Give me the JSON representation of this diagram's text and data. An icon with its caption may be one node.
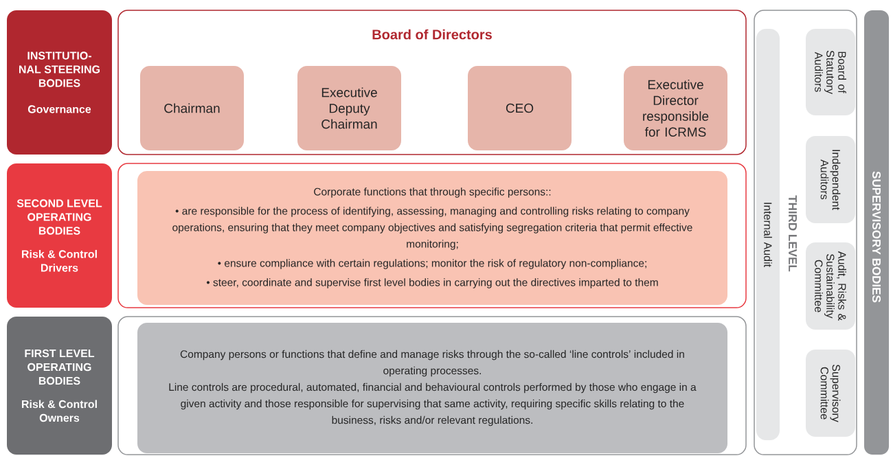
{
  "diagram": {
    "nodes": [
      {
        "text": [
          "INSTITUTIO- NAL STEERING BODIES",
          "Governance"
        ]
      },
      {
        "text": [
          "Board of Directors"
        ]
      },
      {
        "text": [
          "Chairman"
        ],
        "in": 1
      },
      {
        "text": [
          "Executive Deputy Chairman"
        ],
        "in": 1
      },
      {
        "text": [
          "CEO"
        ],
        "in": 1
      },
      {
        "text": [
          "Executive Director responsible for ICRMS"
        ],
        "in": 1
      },
      {
        "text": [
          "SECOND LEVEL OPERATING BODIES",
          "Risk & Control Drivers"
        ]
      },
      {
        "text": [],
        "shape": "box"
      },
      {
        "text": [
          "Corporate functions that through specific persons::",
          "• are responsible for the process of identifying, assessing, managing and controlling risks relating to company operations, ensuring that they meet company objectives and satisfying segregation criteria that permit effective monitoring;",
          "• ensure compliance with certain regulations; monitor the risk of regulatory non-compliance;",
          "• steer, coordinate and supervise first level bodies in carrying out the directives imparted to them"
        ],
        "in": 7
      },
      {
        "text": [
          "FIRST LEVEL OPERATING BODIES",
          "Risk & Control Owners"
        ]
      },
      {
        "text": [],
        "shape": "box"
      },
      {
        "text": [
          "Company persons or functions that define and manage risks through the so-called ‘line controls’ included in operating processes.",
          "Line controls are procedural, automated, financial and behavioural controls performed by those who engage in a given activity and those responsible for supervising that same activity, requiring specific skills relating to the business, risks and/or relevant regulations."
        ],
        "in": 10
      },
      {
        "text": [
          "THIRD LEVEL"
        ]
      },
      {
        "text": [
          "Internal Audit"
        ],
        "in": 12
      },
      {
        "text": [
          "Board of Statutory Auditors"
        ],
        "in": 12
      },
      {
        "text": [
          "Independent Auditors"
        ],
        "in": 12
      },
      {
        "text": [
          "Audit, Risks & Sustainability Committee"
        ],
        "in": 12
      },
      {
        "text": [
          "Supervisory Committee"
        ],
        "in": 12
      },
      {
        "text": [
          "SUPERVISORY BODIES"
        ]
      }
    ]
  }
}
